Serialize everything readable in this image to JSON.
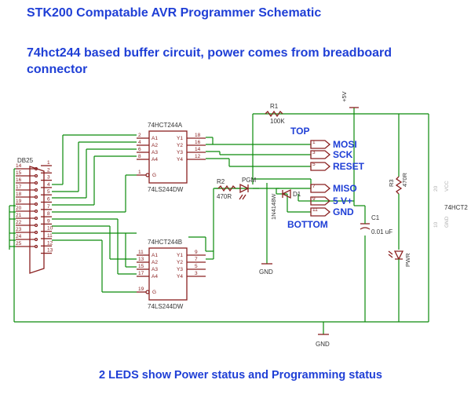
{
  "header": {
    "title": "STK200 Compatable AVR Programmer Schematic",
    "subtitle": "74hct244 based buffer circuit, power comes from breadboard connector"
  },
  "footer": {
    "caption": "2 LEDS show Power status and Programming status"
  },
  "connector": {
    "name": "DB25",
    "pins_left": [
      "14",
      "15",
      "16",
      "17",
      "18",
      "19",
      "20",
      "21",
      "22",
      "23",
      "24",
      "25"
    ],
    "pins_right": [
      "1",
      "2",
      "3",
      "4",
      "5",
      "6",
      "7",
      "8",
      "9",
      "10",
      "11",
      "12",
      "13"
    ]
  },
  "ic_a": {
    "name_top": "74HCT244A",
    "name_bottom": "74LS244DW",
    "inputs": [
      "A1",
      "A2",
      "A3",
      "A4"
    ],
    "outputs": [
      "Y1",
      "Y2",
      "Y3",
      "Y4"
    ],
    "enable": "G",
    "in_pins": [
      "2",
      "4",
      "6",
      "8"
    ],
    "out_pins": [
      "18",
      "16",
      "14",
      "12"
    ],
    "en_pin": "1"
  },
  "ic_b": {
    "name_top": "74HCT244B",
    "name_bottom": "74LS244DW",
    "inputs": [
      "A1",
      "A2",
      "A3",
      "A4"
    ],
    "outputs": [
      "Y1",
      "Y2",
      "Y3",
      "Y4"
    ],
    "enable": "G",
    "in_pins": [
      "11",
      "13",
      "15",
      "17"
    ],
    "out_pins": [
      "9",
      "7",
      "5",
      "3"
    ],
    "en_pin": "19"
  },
  "components": {
    "r1_name": "R1",
    "r1_value": "100K",
    "r2_name": "R2",
    "r2_value": "470R",
    "r3_name": "R3",
    "r3_value": "470R",
    "led_pgm": "PGM",
    "led_pwr": "PWR",
    "diode_name": "D1",
    "diode_value": "1N4148W",
    "cap_name": "C1",
    "cap_value": "0.01 uF",
    "ic_power": "74HCT2",
    "vcc_pin": "20",
    "vcc_label": "VCC",
    "gnd_pin": "10",
    "gnd_label": "GND"
  },
  "supply": {
    "vplus": "+5V",
    "gnd": "GND"
  },
  "header_connector": {
    "top_label": "TOP",
    "bottom_label": "BOTTOM",
    "signals": [
      "MOSI",
      "SCK",
      "RESET",
      "MISO",
      "5 V+",
      "GND"
    ],
    "pins": [
      "1",
      "3",
      "5",
      "7",
      "9",
      "11"
    ]
  }
}
